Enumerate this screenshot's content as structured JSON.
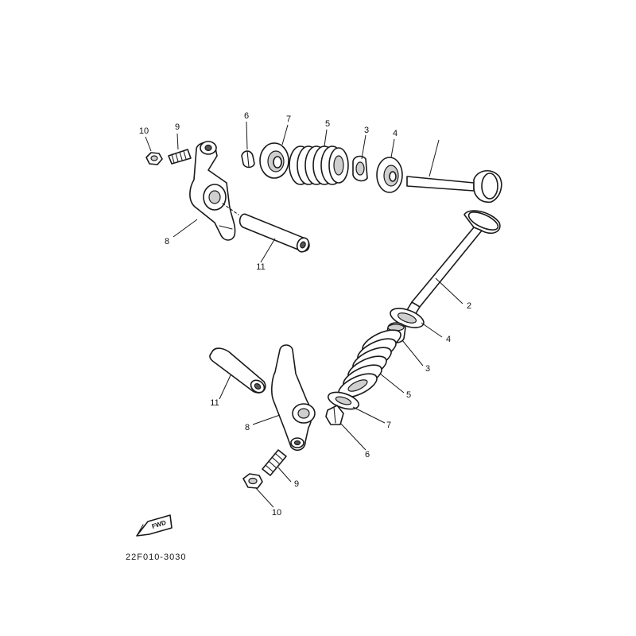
{
  "callouts": {
    "top": {
      "c10": "10",
      "c9": "9",
      "c6": "6",
      "c7": "7",
      "c5": "5",
      "c3": "3",
      "c4": "4",
      "c8": "8",
      "c11": "11"
    },
    "bottom": {
      "c2": "2",
      "c4": "4",
      "c3": "3",
      "c5": "5",
      "c7": "7",
      "c6": "6",
      "c11": "11",
      "c8": "8",
      "c9": "9",
      "c10": "10"
    }
  },
  "fwd_label": "FWD",
  "diagram_code": "22F010-3030"
}
